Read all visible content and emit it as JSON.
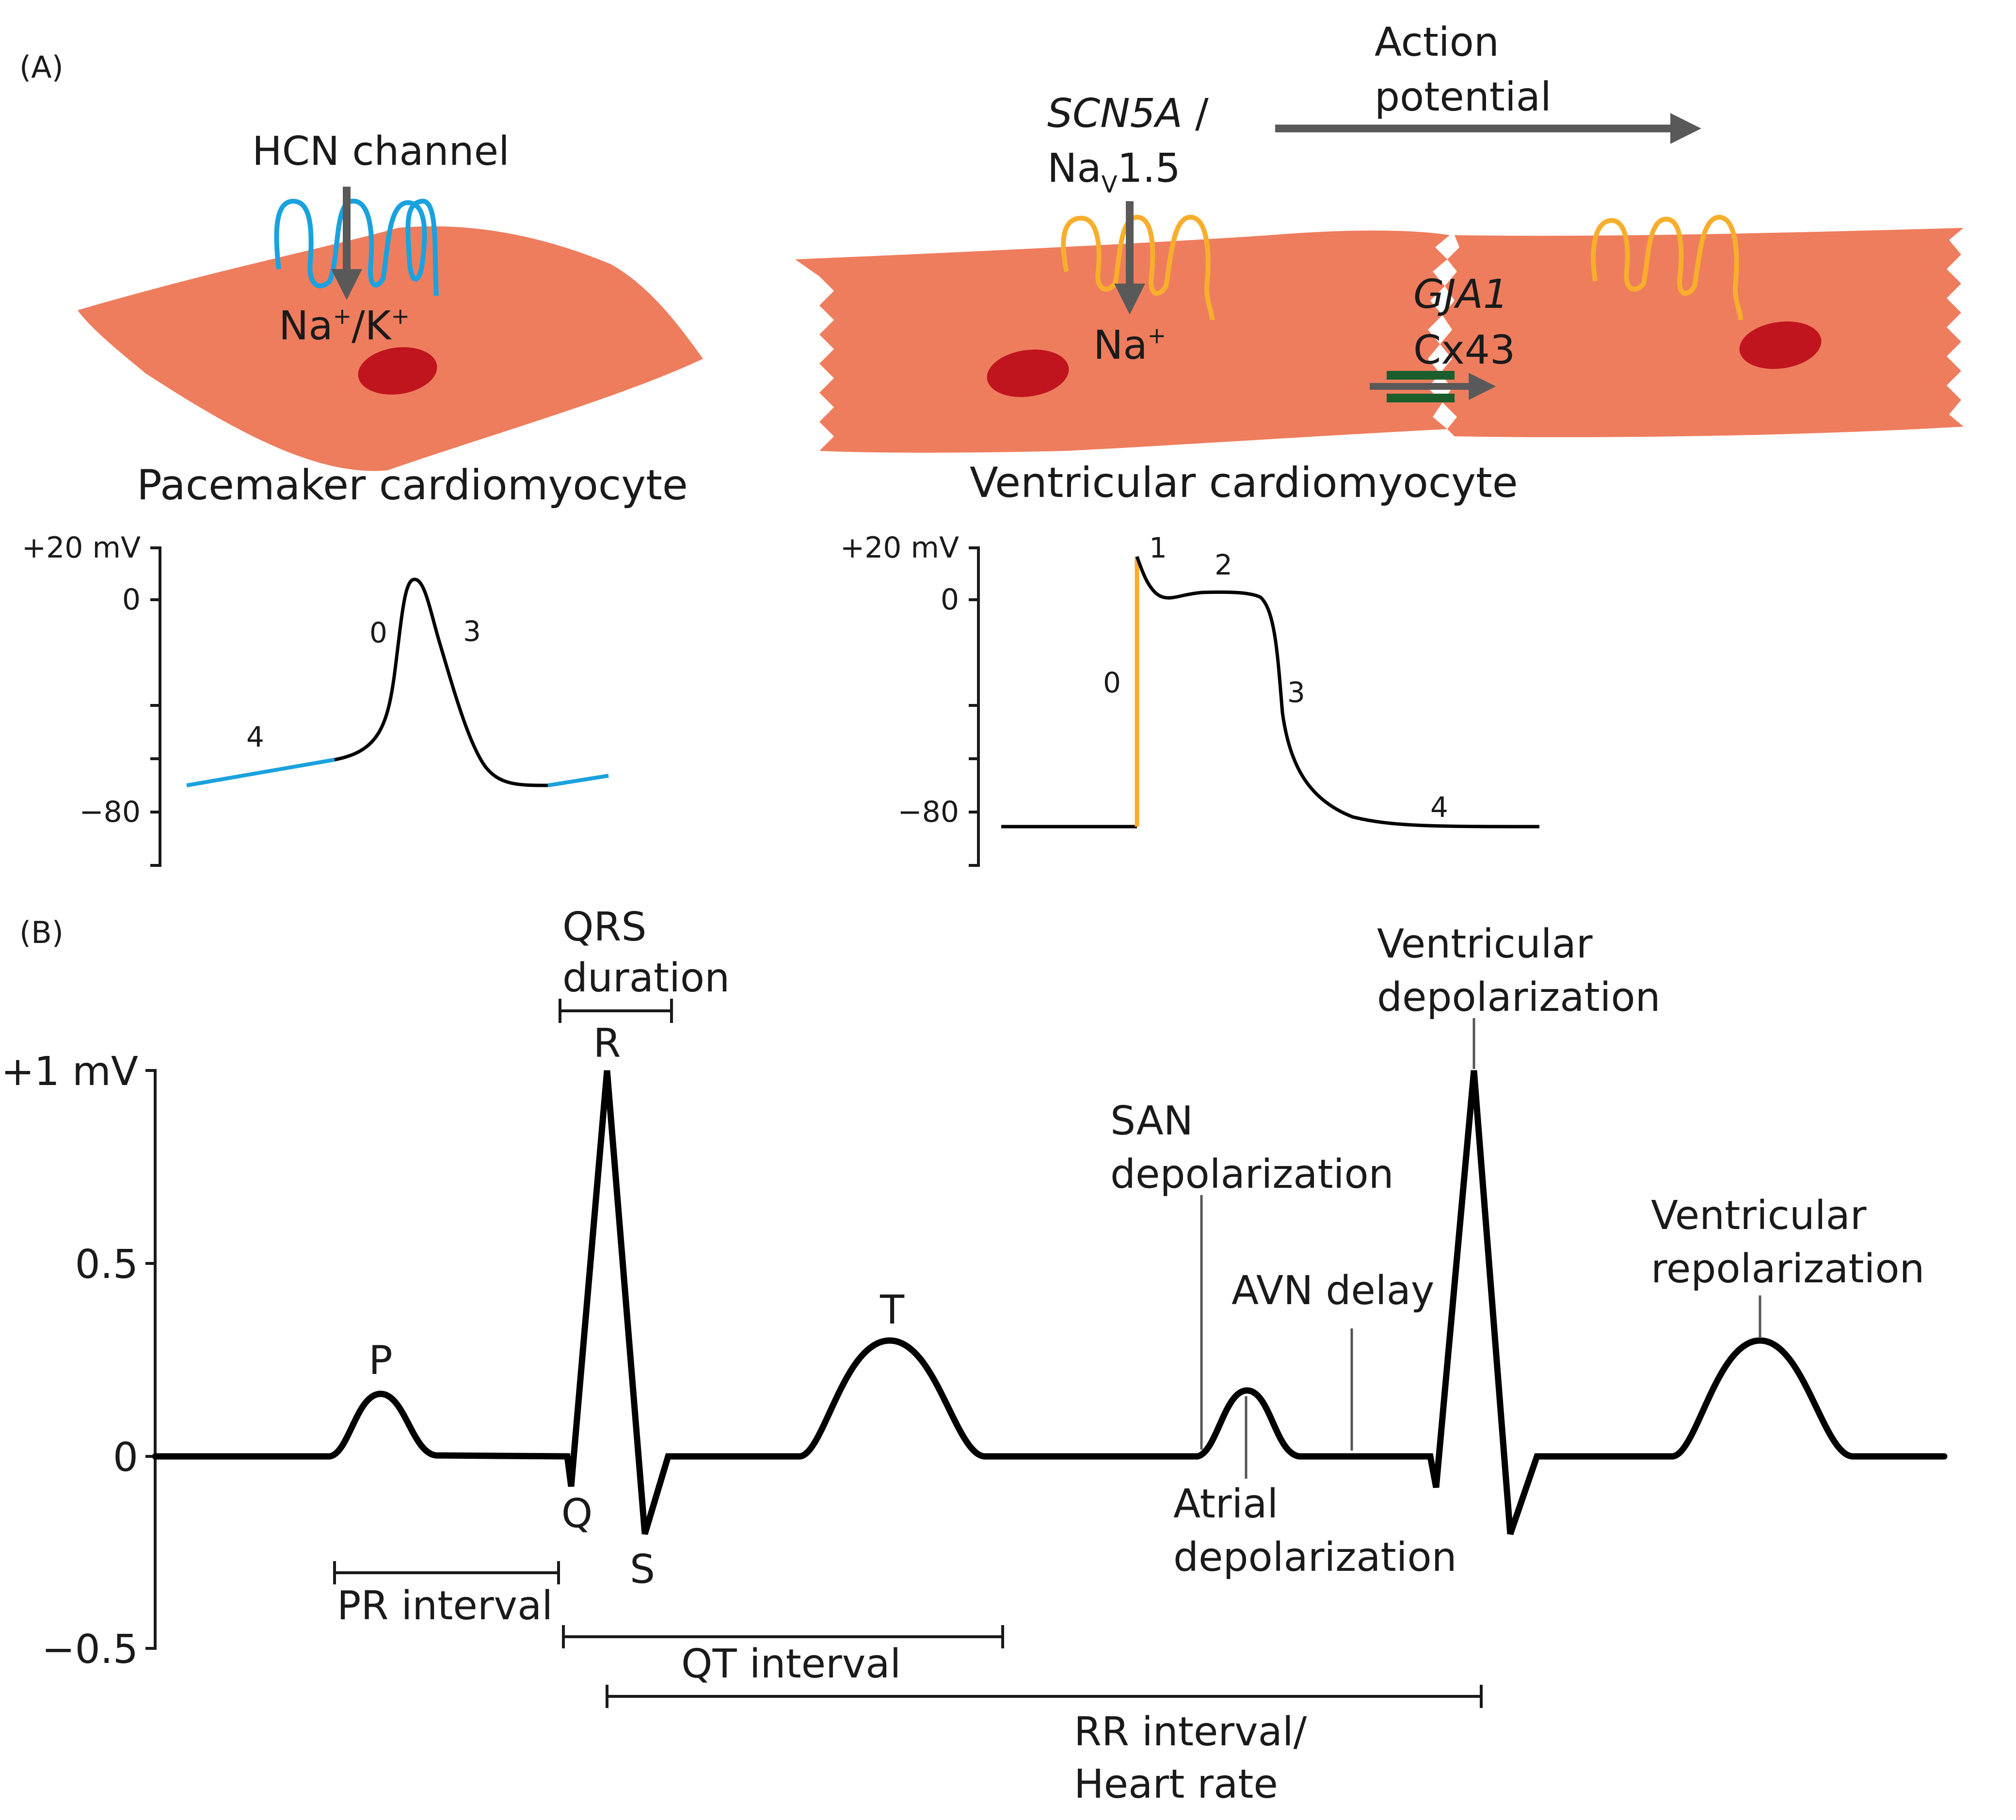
{
  "panels": {
    "a": "(A)",
    "b": "(B)"
  },
  "cells": {
    "pacemaker": {
      "title": "Pacemaker cardiomyocyte",
      "channel_label": "HCN channel",
      "ion": {
        "base": "Na",
        "sup1": "+",
        "sep": "/K",
        "sup2": "+"
      }
    },
    "ventricular": {
      "title": "Ventricular cardiomyocyte",
      "gene": "SCN5A",
      "gene_sep": " /",
      "protein": {
        "base": "Na",
        "sub": "V",
        "rest": "1.5"
      },
      "ion": {
        "base": "Na",
        "sup": "+"
      },
      "junction_gene": "GJA1",
      "junction_protein": "Cx43"
    },
    "action_potential": {
      "line1": "Action",
      "line2": "potential"
    }
  },
  "ap_plots": {
    "pacemaker": {
      "ticks": [
        "+20 mV",
        "0",
        "−80"
      ],
      "phases": [
        "0",
        "3",
        "4"
      ]
    },
    "ventricular": {
      "ticks": [
        "+20 mV",
        "0",
        "−80"
      ],
      "phases": [
        "1",
        "2",
        "0",
        "3",
        "4"
      ]
    }
  },
  "ecg": {
    "ticks": [
      "+1 mV",
      "0.5",
      "0",
      "−0.5"
    ],
    "waves": {
      "p": "P",
      "q": "Q",
      "r": "R",
      "s": "S",
      "t": "T"
    },
    "intervals": {
      "qrs_line1": "QRS",
      "qrs_line2": "duration",
      "pr": "PR interval",
      "qt": "QT interval",
      "rr_line1": "RR interval/",
      "rr_line2": "Heart rate"
    },
    "events": {
      "san_line1": "SAN",
      "san_line2": "depolarization",
      "avn": "AVN delay",
      "atrial_line1": "Atrial",
      "atrial_line2": "depolarization",
      "vdep_line1": "Ventricular",
      "vdep_line2": "depolarization",
      "vrep_line1": "Ventricular",
      "vrep_line2": "repolarization"
    }
  },
  "colors": {
    "cell": "#EE7D5E",
    "nucleus": "#C0151E",
    "hcn": "#1AA2DE",
    "nav": "#F8AE2D",
    "connexin": "#1A5E2C",
    "arrow": "#595959"
  },
  "ecg_data": {
    "unit": "mV",
    "ylim": [
      -0.5,
      1.0
    ],
    "waves": [
      {
        "name": "P",
        "amplitude": 0.16
      },
      {
        "name": "Q",
        "amplitude": -0.08
      },
      {
        "name": "R",
        "amplitude": 1.0
      },
      {
        "name": "S",
        "amplitude": -0.2
      },
      {
        "name": "T",
        "amplitude": 0.3
      }
    ]
  }
}
